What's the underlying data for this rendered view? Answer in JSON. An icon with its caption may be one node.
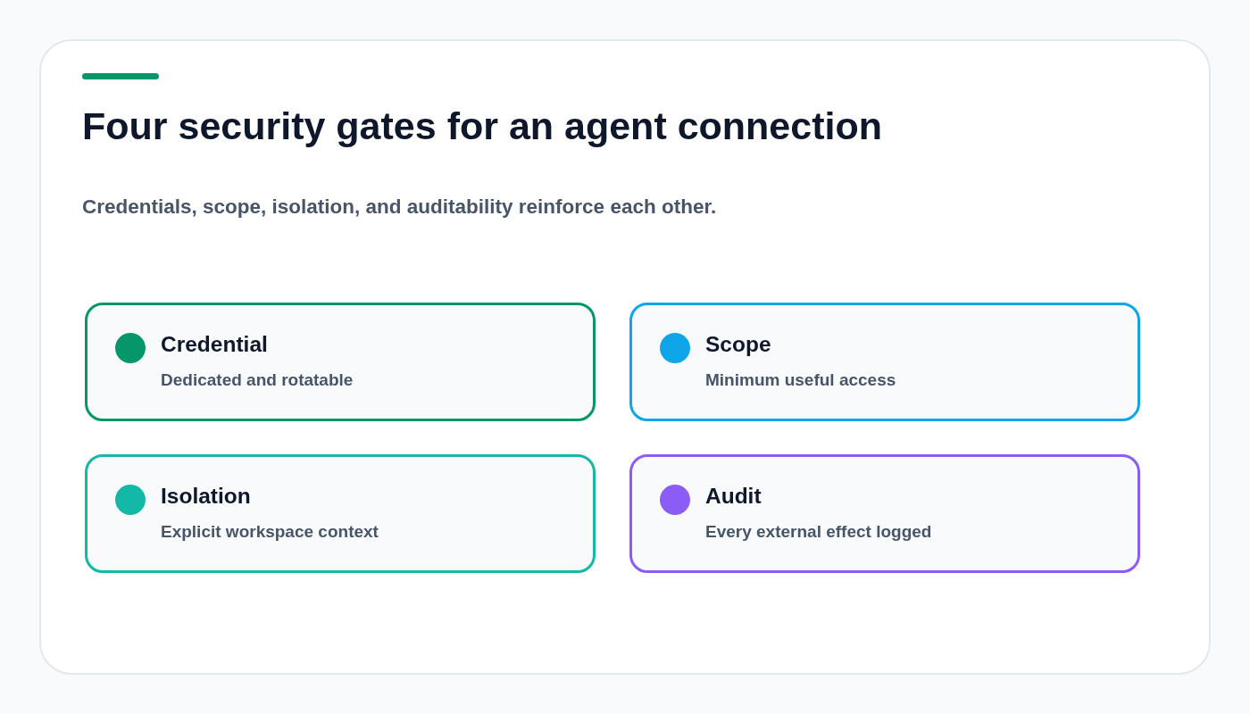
{
  "diagram": {
    "title": "Four security gates for an agent connection",
    "caption": "Credentials, scope, isolation, and auditability reinforce each other.",
    "nodes": [
      {
        "text": [
          "Credential",
          "Dedicated and rotatable"
        ]
      },
      {
        "text": [
          "Scope",
          "Minimum useful access"
        ]
      },
      {
        "text": [
          "Isolation",
          "Explicit workspace context"
        ]
      },
      {
        "text": [
          "Audit",
          "Every external effect logged"
        ]
      }
    ]
  }
}
